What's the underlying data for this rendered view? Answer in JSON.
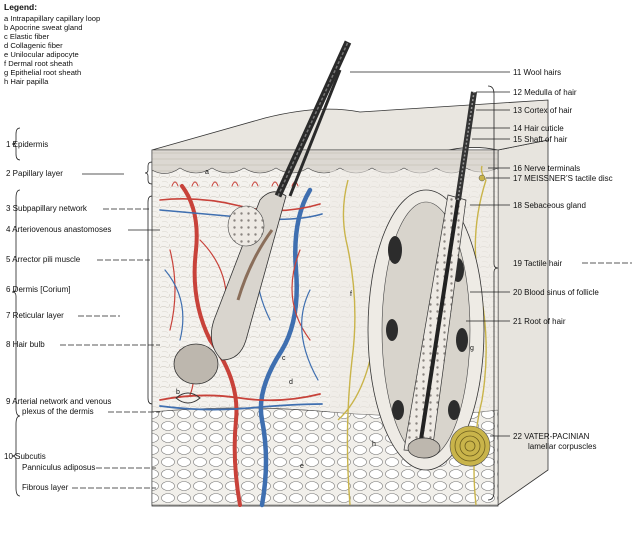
{
  "legend": {
    "title": "Legend:",
    "items": [
      "a  Intrapapillary capillary loop",
      "b  Apocrine sweat gland",
      "c  Elastic fiber",
      "d  Collagenic fiber",
      "e  Unilocular adipocyte",
      "f   Dermal root sheath",
      "g  Epithelial root sheath",
      "h  Hair papilla"
    ]
  },
  "left_labels": [
    "1  Epidermis",
    "2   Papillary layer",
    "3   Subpapillary network",
    "4   Arteriovenous anastomoses",
    "5   Arrector pili muscle",
    "6  Dermis [Corium]",
    "7   Reticular layer",
    "8   Hair bulb",
    "9   Arterial network and venous",
    "plexus of the dermis",
    "10  Subcutis",
    "Panniculus adiposus",
    "Fibrous layer"
  ],
  "right_labels": [
    "11  Wool hairs",
    "12  Medulla of hair",
    "13  Cortex of hair",
    "14  Hair cuticle",
    "15  Shaft of hair",
    "16  Nerve terminals",
    "17  MEISSNER’S tactile disc",
    "18  Sebaceous gland",
    "19  Tactile hair",
    "20  Blood sinus of follicle",
    "21  Root of hair",
    "22  VATER-PACINIAN",
    "lamellar corpuscles"
  ],
  "letters": [
    "a",
    "b",
    "c",
    "d",
    "e",
    "f",
    "g",
    "h"
  ],
  "colors": {
    "artery": "#c8423a",
    "vein": "#3f6fb0",
    "nerve": "#c9b44a",
    "ink": "#1a1a1a"
  }
}
